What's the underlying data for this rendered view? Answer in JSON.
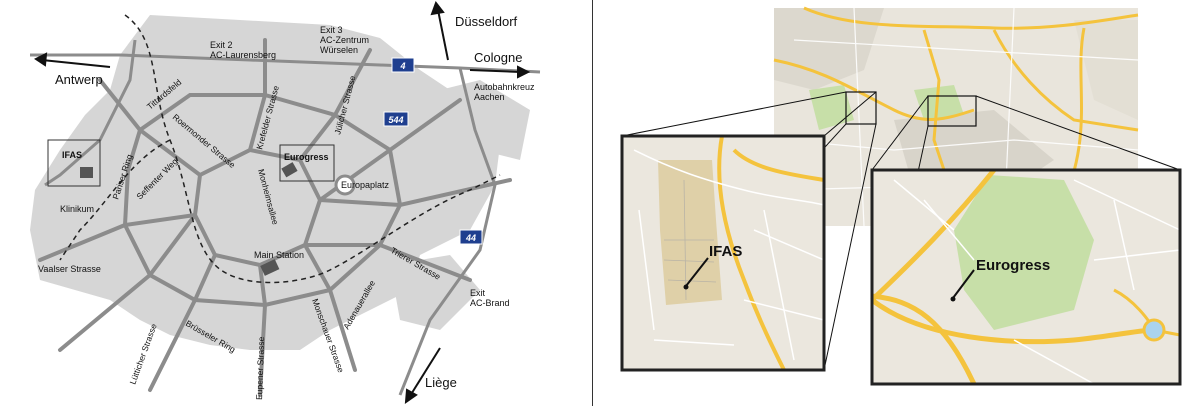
{
  "left_map": {
    "directions": {
      "antwerp": "Antwerp",
      "cologne": "Cologne",
      "dusseldorf": "Düsseldorf",
      "liege": "Liège"
    },
    "exits": {
      "exit2_line1": "Exit 2",
      "exit2_line2": "AC-Laurensberg",
      "exit3_line1": "Exit 3",
      "exit3_line2": "AC-Zentrum",
      "exit3_line3": "Würselen",
      "autobahn_line1": "Autobahnkreuz",
      "autobahn_line2": "Aachen",
      "brand_line1": "Exit",
      "brand_line2": "AC-Brand"
    },
    "highways": {
      "h4": "4",
      "h544": "544",
      "h44": "44"
    },
    "places": {
      "ifas": "IFAS",
      "klinikum": "Klinikum",
      "eurogress": "Eurogress",
      "europaplatz": "Europaplatz",
      "main_station": "Main Station"
    },
    "streets": {
      "tittardsfeld": "Tittardsfeld",
      "pariser_ring": "Pariser Ring",
      "roermonder": "Roermonder Strasse",
      "seffenter": "Seffenter Weg",
      "krefelder": "Krefelder Strasse",
      "julicher": "Jülicher Strasse",
      "monheimsallee": "Monheimsallee",
      "vaalser": "Vaalser Strasse",
      "trierer": "Trierer Strasse",
      "adenauerallee": "Adenauerallee",
      "monschauer": "Monschauer Strasse",
      "brusseler": "Brüsseler Ring",
      "lutticher": "Lütticher Strasse",
      "eupener": "Eupener Strasse"
    }
  },
  "right_map": {
    "callouts": {
      "ifas": "IFAS",
      "eurogress": "Eurogress"
    }
  },
  "colors": {
    "city_fill": "#d6d6d6",
    "road": "#8c8c8c",
    "shield": "#1f3f8f",
    "map_bg": "#e9e5dc",
    "motorway": "#f4c33d",
    "park": "#c7dfa8"
  }
}
